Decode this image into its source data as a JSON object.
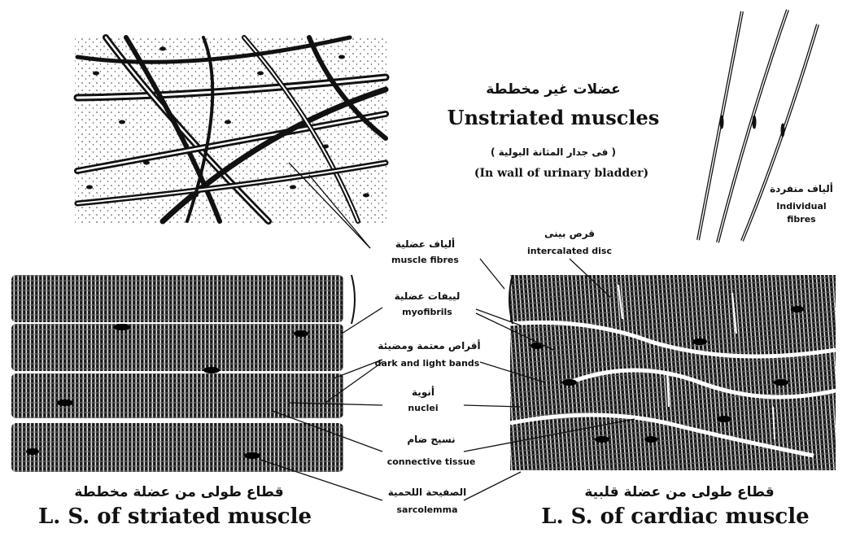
{
  "unstriated": {
    "title_ar": "عضلات غير مخططة",
    "title_en": "Unstriated muscles",
    "sub_ar": "( فى جدار المثانة البولية )",
    "sub_en": "(In wall of urinary bladder)"
  },
  "individual_fibres": {
    "ar": "ألياف منفردة",
    "en_line1": "Individual",
    "en_line2": "fibres"
  },
  "labels": {
    "muscle_fibres": {
      "ar": "ألياف عضلية",
      "en": "muscle fibres"
    },
    "intercalated_disc": {
      "ar": "قرص بينى",
      "en": "intercalated disc"
    },
    "myofibrils": {
      "ar": "لييفات عضلية",
      "en": "myofibrils"
    },
    "bands": {
      "ar": "أقراص معتمة ومضيئة",
      "en": "dark and light bands"
    },
    "nuclei": {
      "ar": "أنوية",
      "en": "nuclei"
    },
    "connective": {
      "ar": "نسيج ضام",
      "en": "connective tissue"
    },
    "sarcolemma": {
      "ar": "الصفيحة اللحمية",
      "en": "sarcolemma"
    }
  },
  "striated": {
    "title_ar": "قطاع طولى من عضلة مخططة",
    "title_en": "L. S. of striated muscle"
  },
  "cardiac": {
    "title_ar": "قطاع طولى من عضلة قلبية",
    "title_en": "L. S. of cardiac muscle"
  }
}
